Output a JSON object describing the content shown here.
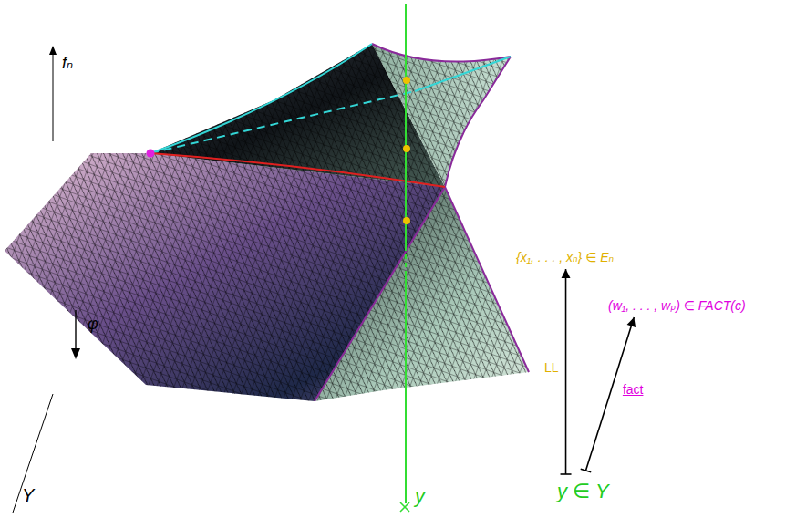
{
  "diagram": {
    "nodes": [
      {
        "text": [
          "{x₁, . . . , xₙ} ∈ Eₙ"
        ]
      },
      {
        "text": [
          "(w₁, . . . , wₚ) ∈ FACT(c)"
        ]
      },
      {
        "text": [
          "y ∈ Y"
        ]
      }
    ],
    "edges": [
      {
        "from": 2,
        "to": 0,
        "label": "LL",
        "arrow": "to"
      },
      {
        "from": 2,
        "to": 1,
        "label": "fact",
        "arrow": "to"
      }
    ],
    "labels": [
      "fₙ",
      "φ",
      "Y",
      "y"
    ]
  }
}
